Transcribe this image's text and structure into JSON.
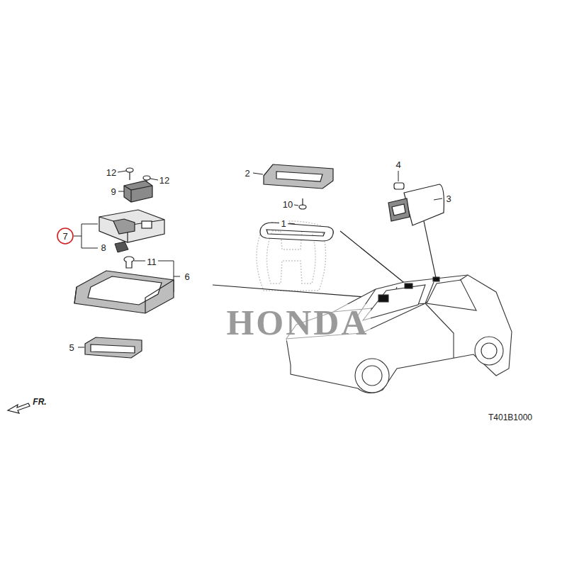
{
  "diagram": {
    "nodes": [
      {
        "text": [
          "7"
        ]
      }
    ],
    "labels": [
      "12",
      "12",
      "9",
      "2",
      "10",
      "4",
      "3",
      "1",
      "8",
      "11",
      "6",
      "5",
      "FR.",
      "T401B1000",
      "HONDA"
    ]
  }
}
